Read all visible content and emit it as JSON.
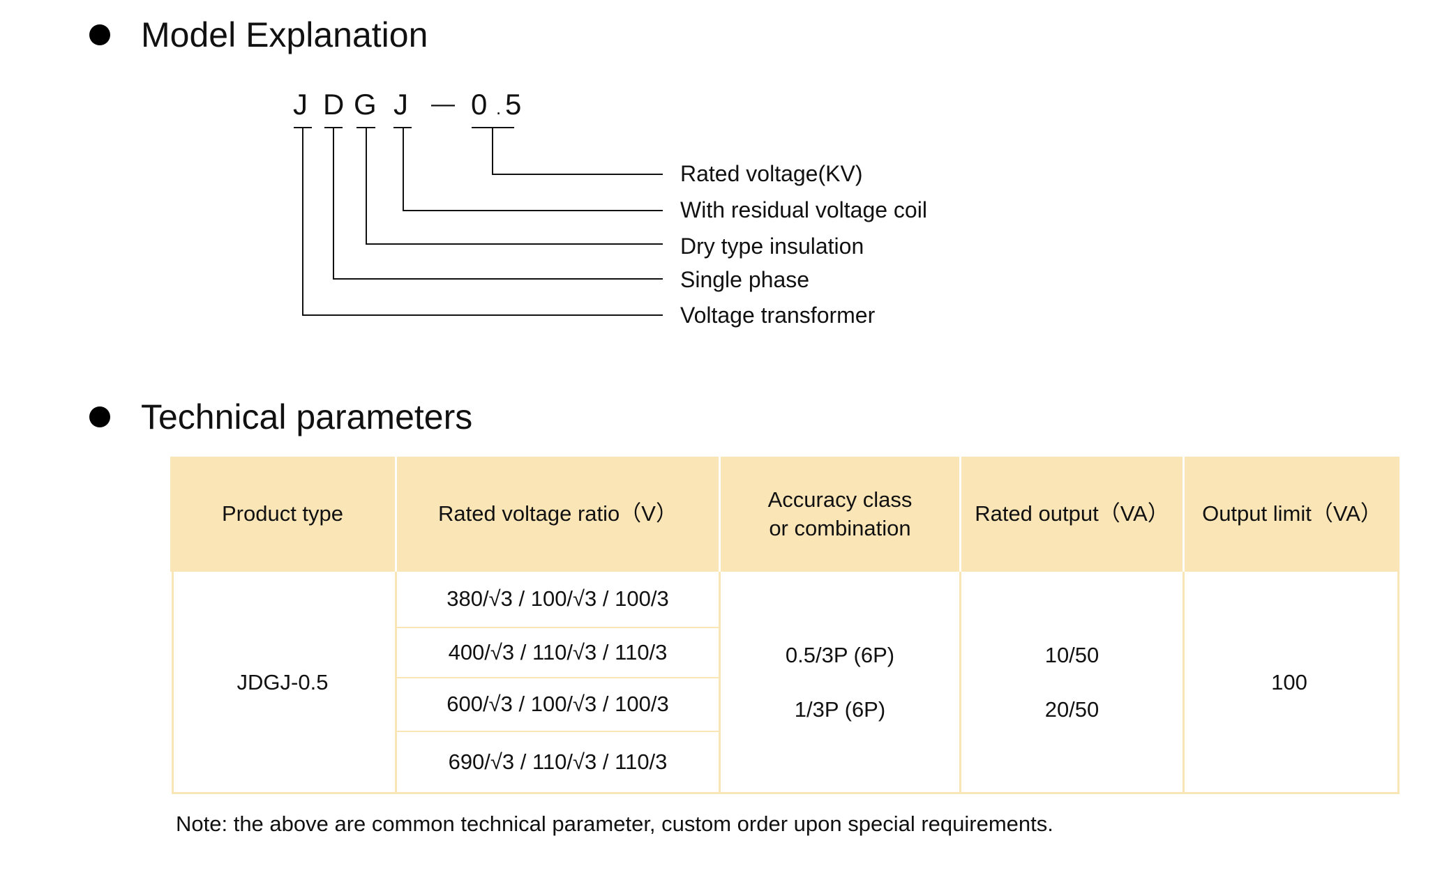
{
  "model_section": {
    "title": "Model Explanation",
    "code": [
      "J",
      "D",
      "G",
      "J",
      "—",
      "0",
      ".",
      "5"
    ],
    "descriptions": [
      "Rated voltage(KV)",
      "With residual voltage coil",
      "Dry type insulation",
      "Single phase",
      "Voltage transformer"
    ]
  },
  "params_section": {
    "title": "Technical parameters",
    "headers": [
      "Product type",
      "Rated voltage ratio（V）",
      "Accuracy class\nor combination",
      "Rated output（VA）",
      "Output limit（VA）"
    ],
    "product_type": "JDGJ-0.5",
    "voltage_ratios": [
      "380/√3 / 100/√3 / 100/3",
      "400/√3 / 110/√3 / 110/3",
      "600/√3 / 100/√3 / 100/3",
      "690/√3 / 110/√3 / 110/3"
    ],
    "accuracy": [
      "0.5/3P (6P)",
      "1/3P (6P)"
    ],
    "rated_output": [
      "10/50",
      "20/50"
    ],
    "output_limit": "100",
    "note": "Note:  the above are common technical parameter, custom order upon special requirements."
  }
}
